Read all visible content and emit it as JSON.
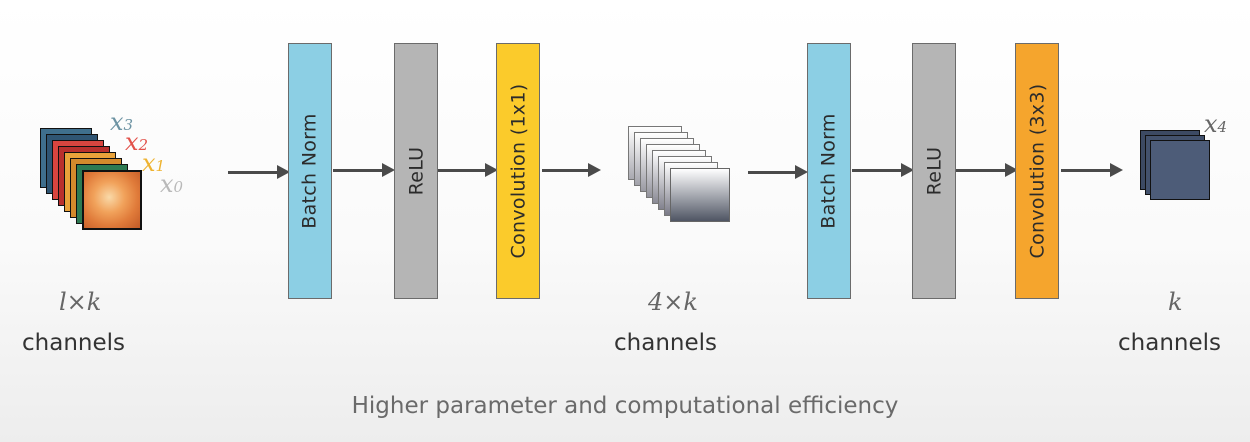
{
  "inputs": {
    "x3": "x",
    "x3_sub": "3",
    "x2": "x",
    "x2_sub": "2",
    "x1": "x",
    "x1_sub": "1",
    "x0": "x",
    "x0_sub": "0",
    "colors": {
      "x3": "#6d93a3",
      "x2": "#e2514a",
      "x1": "#eeb331",
      "x0": "#b9b9b9"
    }
  },
  "input_dim": {
    "math": "l×k",
    "label": "channels"
  },
  "mid_dim": {
    "math": "4×k",
    "label": "channels"
  },
  "output_dim": {
    "math": "k",
    "label": "channels",
    "var": "x",
    "var_sub": "4"
  },
  "layers": [
    {
      "label": "Batch Norm",
      "color": "#8ccfe4"
    },
    {
      "label": "ReLU",
      "color": "#b5b5b5"
    },
    {
      "label": "Convolution (1x1)",
      "color": "#fbcb2b"
    },
    {
      "label": "Batch Norm",
      "color": "#8ccfe4"
    },
    {
      "label": "ReLU",
      "color": "#b5b5b5"
    },
    {
      "label": "Convolution (3x3)",
      "color": "#f5a52d"
    }
  ],
  "caption": "Higher parameter and computational efficiency"
}
